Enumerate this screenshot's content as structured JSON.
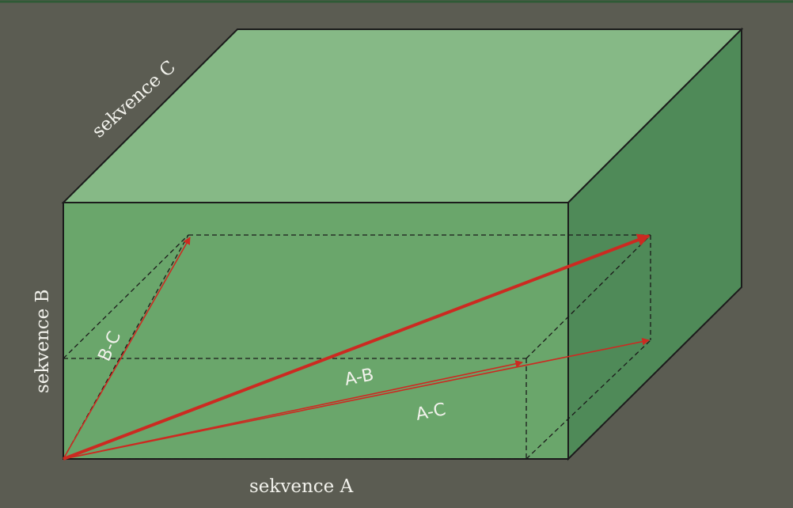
{
  "diagram": {
    "axis_labels": {
      "a": "sekvence A",
      "b": "sekvence B",
      "c": "sekvence C"
    },
    "vector_labels": {
      "ab": "A-B",
      "ac": "A-C",
      "bc": "B-C"
    }
  },
  "colors": {
    "background": "#5b5c52",
    "top_face": "#86b986",
    "front_face": "#6aa66b",
    "side_face": "#4f8a58",
    "edge": "#1b1b1b",
    "arrow": "#cc2a21",
    "label": "#f2f2ec"
  }
}
